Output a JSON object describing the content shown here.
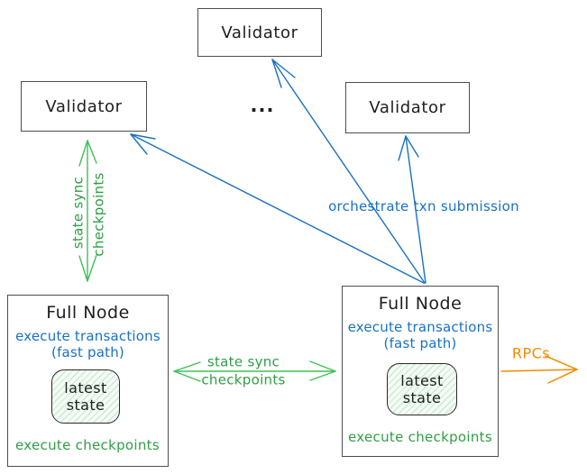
{
  "colors": {
    "blue": "#1971c2",
    "green_text": "#2f9e44",
    "green_arrow": "#40c057",
    "orange": "#f08c00",
    "box_border": "#4a4d52",
    "text_black": "#1e1e1e",
    "state_fill": "#f6fbf7"
  },
  "validators": {
    "top": {
      "label": "Validator"
    },
    "left": {
      "label": "Validator"
    },
    "right": {
      "label": "Validator"
    }
  },
  "ellipsis": "...",
  "full_node_left": {
    "title": "Full Node",
    "exec_transactions": "execute transactions",
    "fast_path": "(fast path)",
    "latest_state": "latest\nstate",
    "exec_checkpoints": "execute checkpoints"
  },
  "full_node_right": {
    "title": "Full Node",
    "exec_transactions": "execute transactions",
    "fast_path": "(fast path)",
    "latest_state": "latest\nstate",
    "exec_checkpoints": "execute checkpoints"
  },
  "edge_labels": {
    "state_sync_vertical": {
      "line1": "state sync",
      "line2": "checkpoints"
    },
    "state_sync_horizontal": {
      "line1": "state sync",
      "line2": "checkpoints"
    },
    "orchestrate": "orchestrate txn submission",
    "rpcs": "RPCs"
  }
}
